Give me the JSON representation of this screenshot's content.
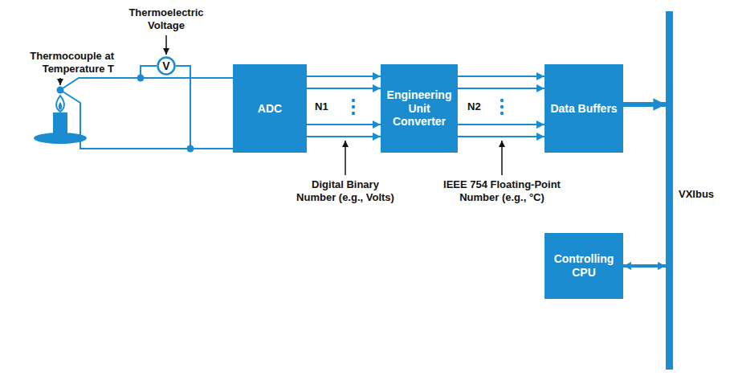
{
  "diagram": {
    "nodes": [
      {
        "text": [
          "V"
        ]
      },
      {
        "text": [
          "ADC"
        ]
      },
      {
        "text": [
          "Engineering Unit Converter"
        ]
      },
      {
        "text": [
          "Data Buffers"
        ]
      },
      {
        "text": [
          "VXIbus"
        ]
      },
      {
        "text": [
          "Controlling CPU"
        ]
      }
    ],
    "edges": [
      {
        "from": 1,
        "to": 2,
        "arrow": "to"
      },
      {
        "from": 2,
        "to": 3,
        "arrow": "to"
      },
      {
        "from": 3,
        "to": 4,
        "arrow": "to"
      },
      {
        "from": 5,
        "to": 4,
        "arrow": "both"
      }
    ],
    "labels": [
      "Thermoelectric Voltage",
      "Thermocouple at Temperature T",
      "N1",
      "N2",
      "Digital Binary Number (e.g., Volts)",
      "IEEE 754 Floating-Point Number (e.g., °C)"
    ]
  }
}
